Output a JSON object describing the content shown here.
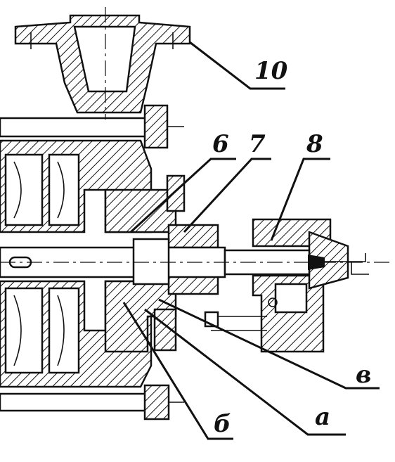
{
  "callouts": [
    {
      "id": "10",
      "text": "10"
    },
    {
      "id": "6",
      "text": "6"
    },
    {
      "id": "7",
      "text": "7"
    },
    {
      "id": "8",
      "text": "8"
    },
    {
      "id": "v",
      "text": "в"
    },
    {
      "id": "b",
      "text": "б"
    },
    {
      "id": "a",
      "text": "а"
    }
  ],
  "colors": {
    "ink": "#111111",
    "paper": "#ffffff"
  }
}
